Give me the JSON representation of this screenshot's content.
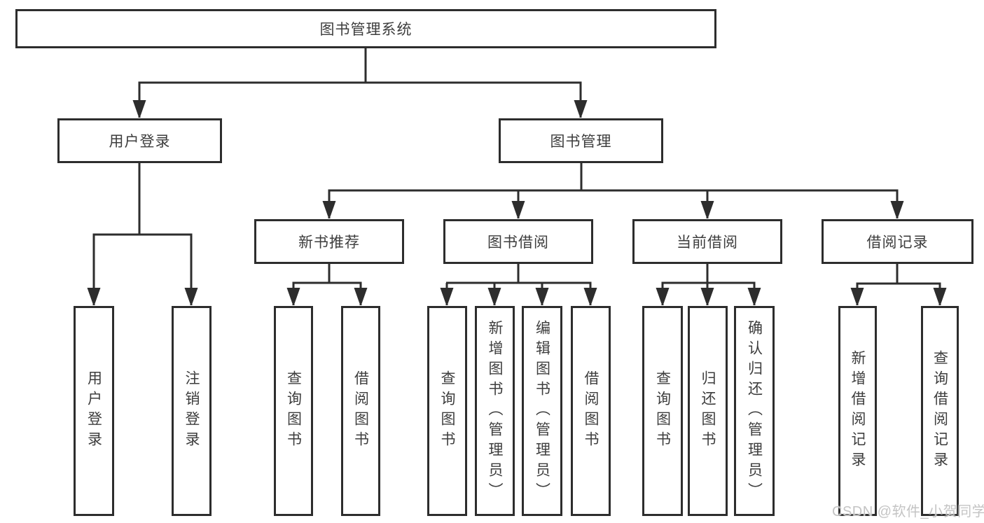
{
  "diagram": {
    "root": {
      "label": "图书管理系统"
    },
    "branches": [
      {
        "label": "用户登录",
        "children": [
          {
            "label": "用户登录"
          },
          {
            "label": "注销登录"
          }
        ]
      },
      {
        "label": "图书管理",
        "groups": [
          {
            "label": "新书推荐",
            "children": [
              {
                "label": "查询图书"
              },
              {
                "label": "借阅图书"
              }
            ]
          },
          {
            "label": "图书借阅",
            "children": [
              {
                "label": "查询图书"
              },
              {
                "label": "新增图书（管理员）"
              },
              {
                "label": "编辑图书（管理员）"
              },
              {
                "label": "借阅图书"
              }
            ]
          },
          {
            "label": "当前借阅",
            "children": [
              {
                "label": "查询图书"
              },
              {
                "label": "归还图书"
              },
              {
                "label": "确认归还（管理员）"
              }
            ]
          },
          {
            "label": "借阅记录",
            "children": [
              {
                "label": "新增借阅记录"
              },
              {
                "label": "查询借阅记录"
              }
            ]
          }
        ]
      }
    ]
  },
  "watermark": {
    "text": "CSDN @软件_小贺同学",
    "color": "#c4c4c4"
  },
  "colors": {
    "line": "#2d2d2d",
    "text": "#3d3d3d",
    "background": "#ffffff"
  }
}
